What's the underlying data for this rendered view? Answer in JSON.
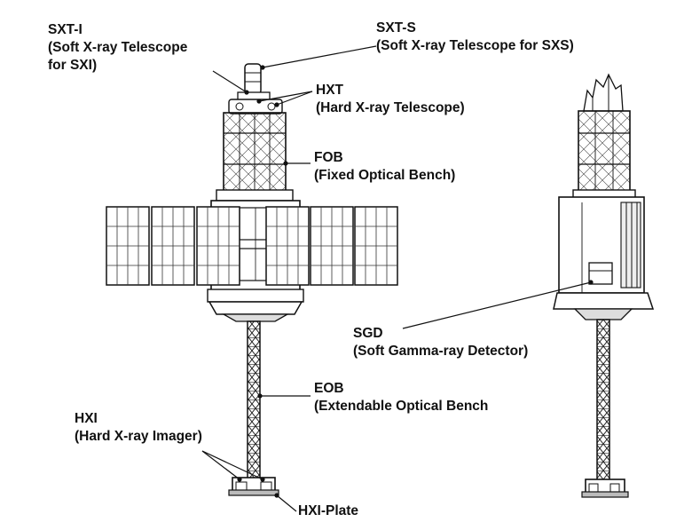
{
  "labels": {
    "sxti": {
      "name": "SXT-I",
      "desc1": "(Soft X-ray Telescope",
      "desc2": "for SXI)"
    },
    "sxts": {
      "name": "SXT-S",
      "desc": "(Soft X-ray Telescope for SXS)"
    },
    "hxt": {
      "name": "HXT",
      "desc": "(Hard X-ray Telescope)"
    },
    "fob": {
      "name": "FOB",
      "desc": "(Fixed Optical Bench)"
    },
    "sgd": {
      "name": "SGD",
      "desc": "(Soft Gamma-ray Detector)"
    },
    "eob": {
      "name": "EOB",
      "desc": "(Extendable Optical Bench"
    },
    "hxi": {
      "name": "HXI",
      "desc": "(Hard X-ray Imager)"
    },
    "hxi_plate": {
      "name": "HXI-Plate"
    }
  }
}
